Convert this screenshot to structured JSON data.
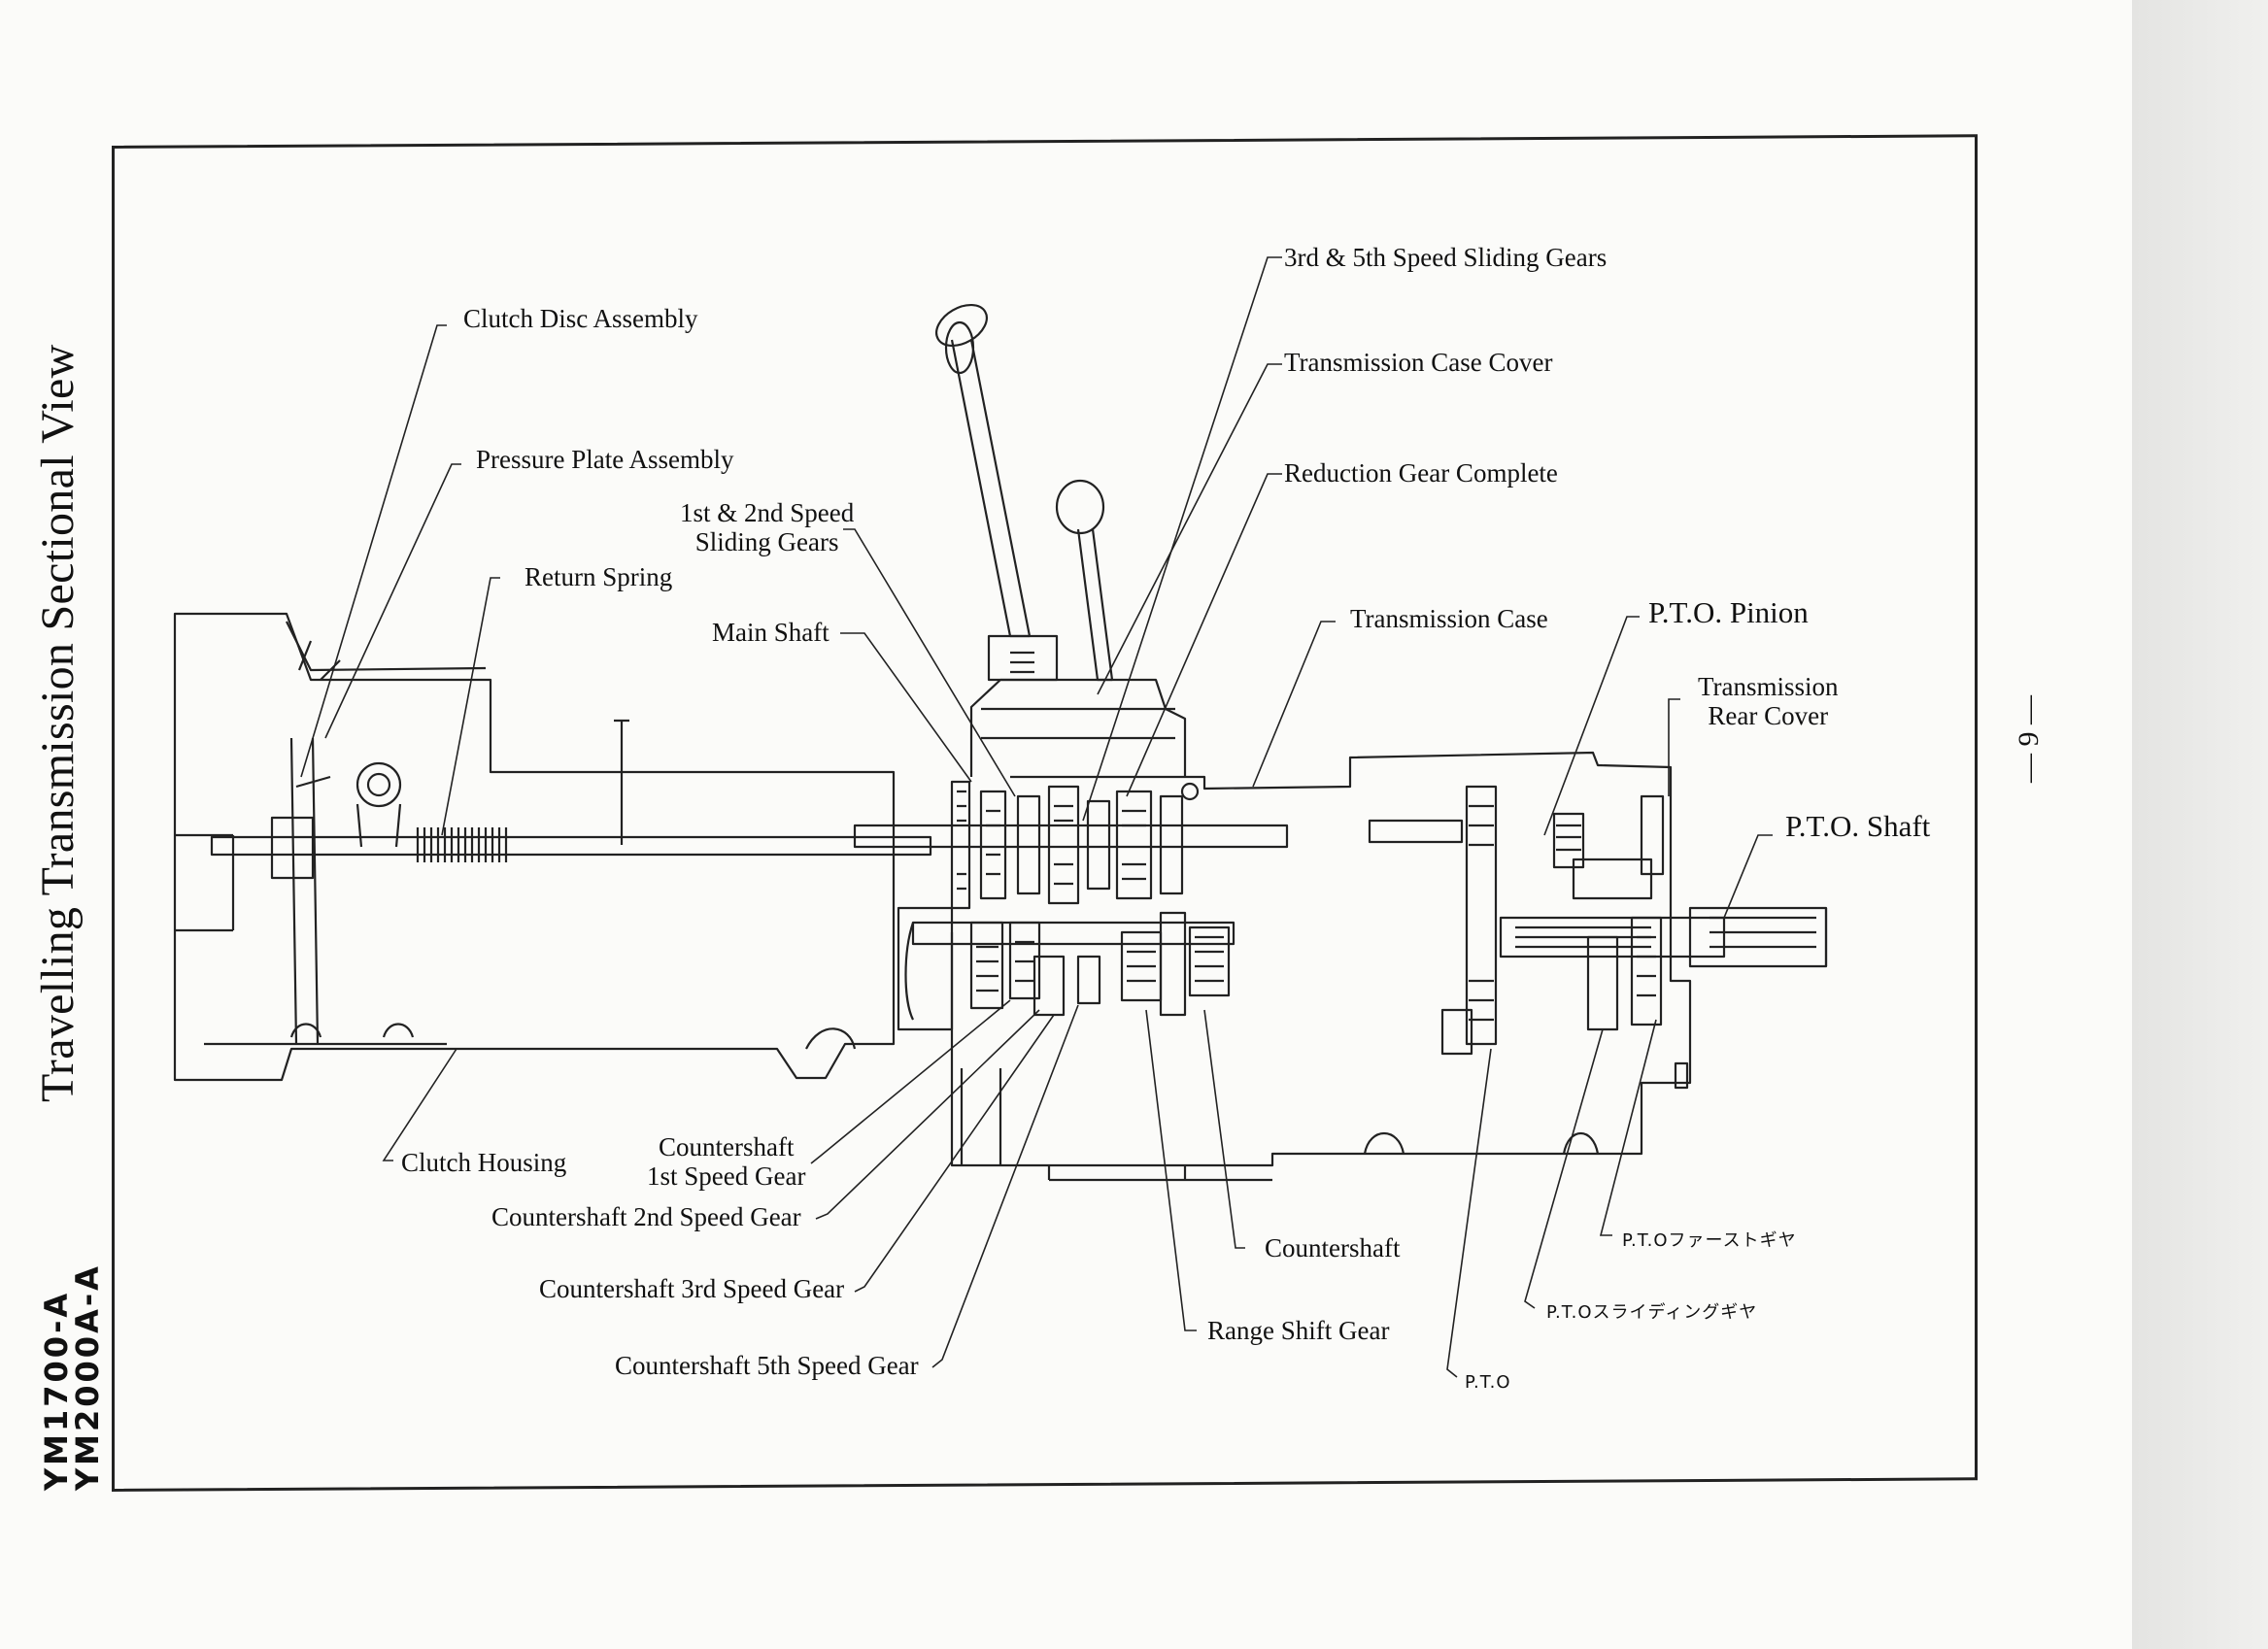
{
  "title": "Travelling Transmission Sectional View",
  "model": {
    "line1": "YM1700-A",
    "line2": "YM2000A-A"
  },
  "page_number": "— 9 —",
  "labels": {
    "clutch_disc": "Clutch Disc Assembly",
    "pressure_plate": "Pressure Plate Assembly",
    "return_spring": "Return Spring",
    "sliding_12_line1": "1st  & 2nd Speed",
    "sliding_12_line2": "Sliding Gears",
    "main_shaft": "Main Shaft",
    "sliding_35": "3rd & 5th Speed Sliding Gears",
    "case_cover": "Transmission Case Cover",
    "reduction_gear": "Reduction Gear Complete",
    "transmission_case": "Transmission Case",
    "pto_pinion": "P.T.O. Pinion",
    "rear_cover_line1": "Transmission",
    "rear_cover_line2": "Rear Cover",
    "pto_shaft": "P.T.O. Shaft",
    "clutch_housing": "Clutch Housing",
    "cs_1st_line1": "Countershaft",
    "cs_1st_line2": "1st Speed Gear",
    "cs_2nd": "Countershaft 2nd Speed Gear",
    "cs_3rd": "Countershaft 3rd Speed Gear",
    "cs_5th": "Countershaft 5th Speed Gear",
    "countershaft": "Countershaft",
    "range_shift": "Range Shift Gear",
    "pto_first_jp": "P.T.Oファーストギヤ",
    "pto_sliding_jp": "P.T.Oスライディングギヤ",
    "pto_jp": "P.T.O"
  }
}
